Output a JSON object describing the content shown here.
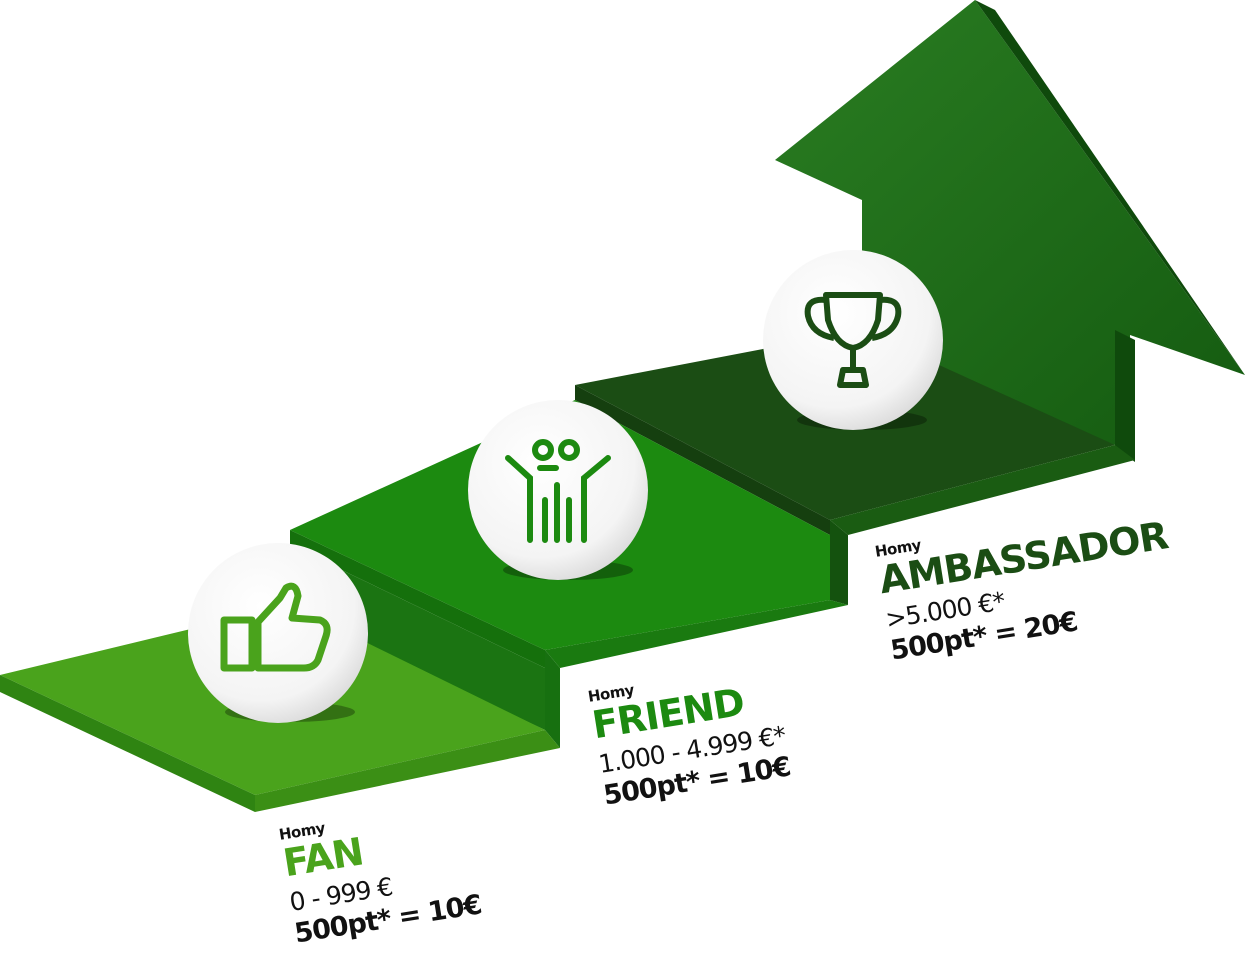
{
  "colors": {
    "fan": "#4aa31c",
    "friend": "#1c8a10",
    "ambassador": "#1b4d14",
    "arrow": "#1f6d17"
  },
  "tiers": [
    {
      "brand": "Homy",
      "name": "FAN",
      "range": "0 - 999 €",
      "points": "500pt* = 10€",
      "icon": "thumbs-up-icon"
    },
    {
      "brand": "Homy",
      "name": "FRIEND",
      "range": "1.000 - 4.999 €*",
      "points": "500pt* = 10€",
      "icon": "friends-icon"
    },
    {
      "brand": "Homy",
      "name": "AMBASSADOR",
      "range": ">5.000 €*",
      "points": "500pt* = 20€",
      "icon": "trophy-icon"
    }
  ]
}
